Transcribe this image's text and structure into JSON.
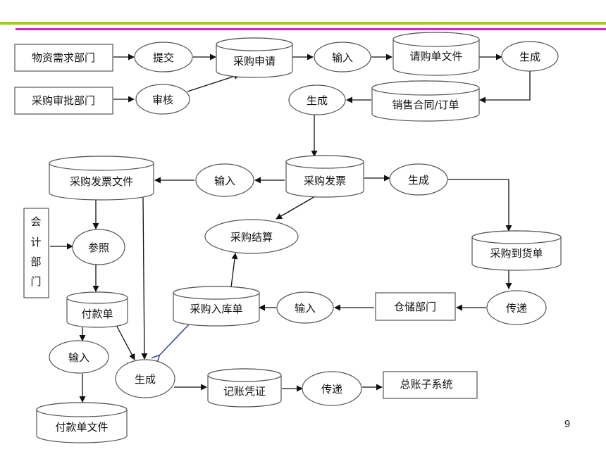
{
  "theme": {
    "bar_green": "#9acd32",
    "bar_magenta": "#e020c8",
    "annotation_arrow": "#3a4fa0"
  },
  "nodes": {
    "dept_material": "物资需求部门",
    "dept_purchase_approval": "采购审批部门",
    "submit": "提交",
    "approve": "审核",
    "purchase_request": "采购申请",
    "input_1": "输入",
    "requisition_file": "请购单文件",
    "generate_1": "生成",
    "sales_contract": "销售合同/订单",
    "generate_2": "生成",
    "purchase_invoice": "采购发票",
    "input_2": "输入",
    "purchase_invoice_file": "采购发票文件",
    "generate_3": "生成",
    "accounting_dept": [
      "会",
      "计",
      "部",
      "门"
    ],
    "reference": "参照",
    "purchase_settlement": "采购结算",
    "purchase_arrival": "采购到货单",
    "payment_order": "付款单",
    "purchase_receipt": "采购入库单",
    "input_3": "输入",
    "warehouse_dept": "仓储部门",
    "transfer_1": "传递",
    "input_4": "输入",
    "generate_4": "生成",
    "voucher": "记账凭证",
    "transfer_2": "传递",
    "general_ledger": "总账子系统",
    "payment_file": "付款单文件"
  },
  "page_number": "9"
}
